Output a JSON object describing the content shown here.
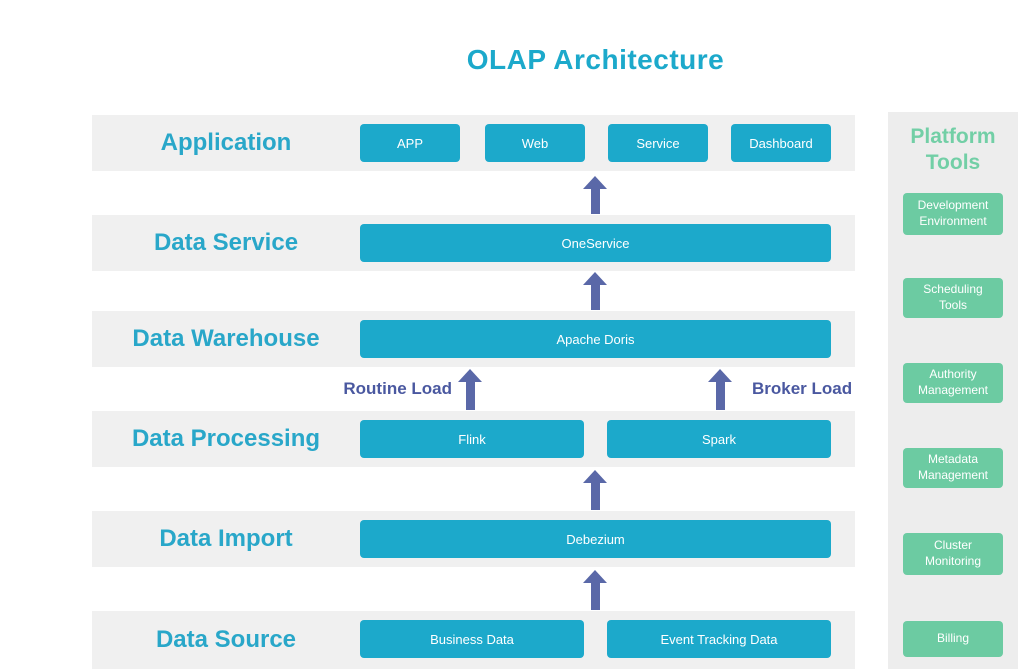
{
  "title": "OLAP Architecture",
  "colors": {
    "node_teal": "#1ca9cb",
    "label_teal": "#29a7c9",
    "tool_green": "#6ccba2",
    "panel_title_green": "#72cfa6",
    "arrow_purple": "#5a68a8",
    "arrow_label_purple": "#4a58a0",
    "band_gray": "#f0f0f0",
    "panel_gray": "#ededed"
  },
  "layers": [
    {
      "label": "Application",
      "nodes": [
        "APP",
        "Web",
        "Service",
        "Dashboard"
      ]
    },
    {
      "label": "Data Service",
      "nodes": [
        "OneService"
      ]
    },
    {
      "label": "Data Warehouse",
      "nodes": [
        "Apache Doris"
      ]
    },
    {
      "label": "Data Processing",
      "nodes": [
        "Flink",
        "Spark"
      ]
    },
    {
      "label": "Data Import",
      "nodes": [
        "Debezium"
      ]
    },
    {
      "label": "Data Source",
      "nodes": [
        "Business Data",
        "Event Tracking Data"
      ]
    }
  ],
  "arrow_labels": {
    "routine_load": "Routine Load",
    "broker_load": "Broker Load"
  },
  "platform_tools": {
    "title": "Platform Tools",
    "items": [
      "Development Environment",
      "Scheduling Tools",
      "Authority Management",
      "Metadata Management",
      "Cluster Monitoring",
      "Billing"
    ]
  }
}
